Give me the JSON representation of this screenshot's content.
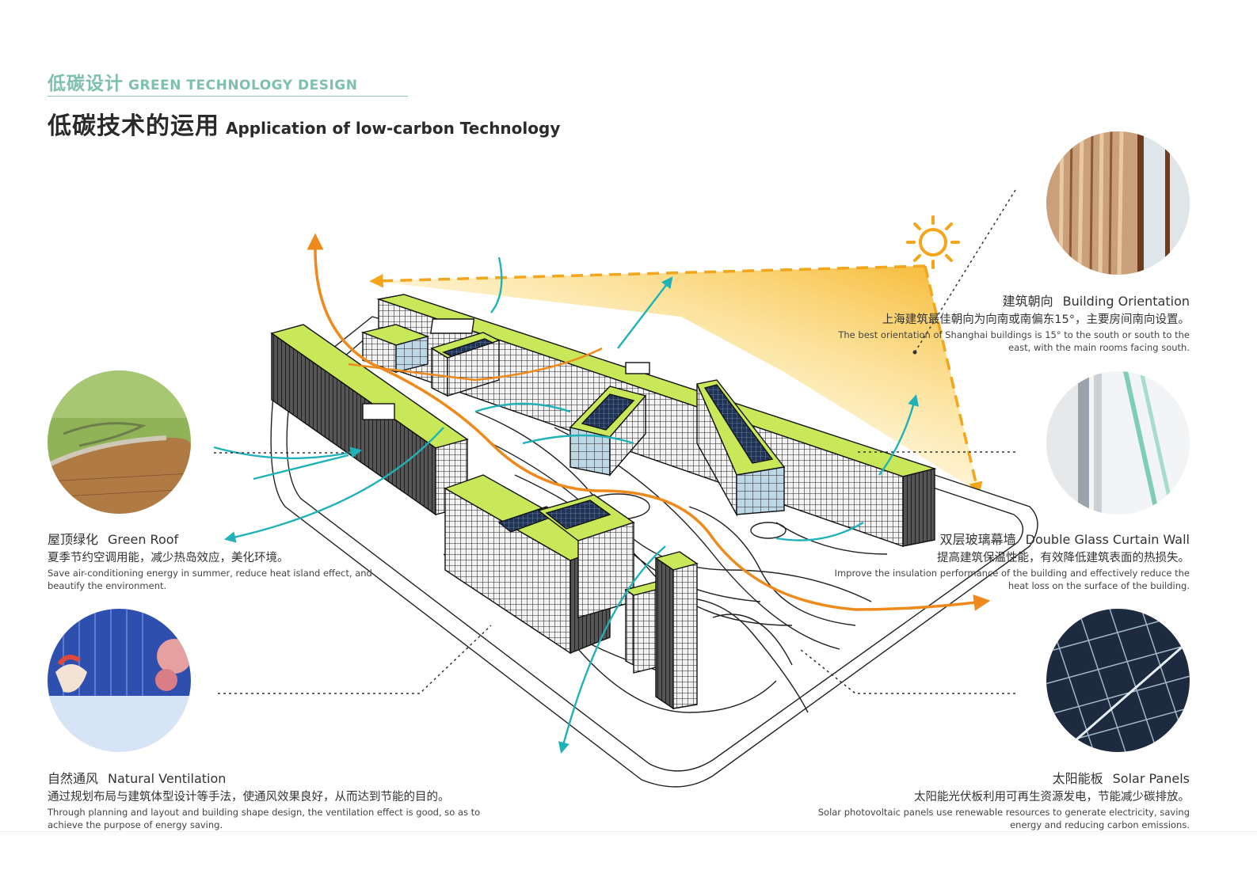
{
  "header": {
    "section_cn": "低碳设计",
    "section_en": "GREEN TECHNOLOGY DESIGN",
    "title_cn": "低碳技术的运用",
    "title_en": "Application of low-carbon Technology"
  },
  "captions": {
    "orientation": {
      "head_cn": "建筑朝向",
      "head_en": "Building Orientation",
      "text_cn": "上海建筑最佳朝向为向南或南偏东15°，主要房间南向设置。",
      "text_en": "The best orientation of Shanghai buildings is 15° to the south or south to the east, with the main rooms facing south."
    },
    "green_roof": {
      "head_cn": "屋顶绿化",
      "head_en": "Green Roof",
      "text_cn": "夏季节约空调用能，减少热岛效应，美化环境。",
      "text_en": "Save air-conditioning energy in summer, reduce heat island effect, and beautify the environment."
    },
    "curtain_wall": {
      "head_cn": "双层玻璃幕墙",
      "head_en": "Double Glass Curtain Wall",
      "text_cn": "提高建筑保温性能，有效降低建筑表面的热损失。",
      "text_en": "Improve the insulation performance of the building and effectively reduce the heat loss on the surface of the building."
    },
    "ventilation": {
      "head_cn": "自然通风",
      "head_en": "Natural Ventilation",
      "text_cn": "通过规划布局与建筑体型设计等手法，使通风效果良好，从而达到节能的目的。",
      "text_en": "Through planning and layout and building shape design, the ventilation effect is good, so as to achieve the purpose of energy saving."
    },
    "solar": {
      "head_cn": "太阳能板",
      "head_en": "Solar Panels",
      "text_cn": "太阳能光伏板利用可再生资源发电，节能减少碳排放。",
      "text_en": "Solar photovoltaic panels use renewable resources to generate electricity, saving energy and reducing carbon emissions."
    }
  },
  "colors": {
    "accent_green": "#7fbfae",
    "roof_green": "#c8e85a",
    "wind_cyan": "#1fb2b8",
    "sun_orange": "#f3a51b",
    "flow_orange": "#ee8a1c"
  },
  "icons": [
    "sun-icon",
    "wind-arrow-icon",
    "sun-ray-arrow-icon"
  ]
}
